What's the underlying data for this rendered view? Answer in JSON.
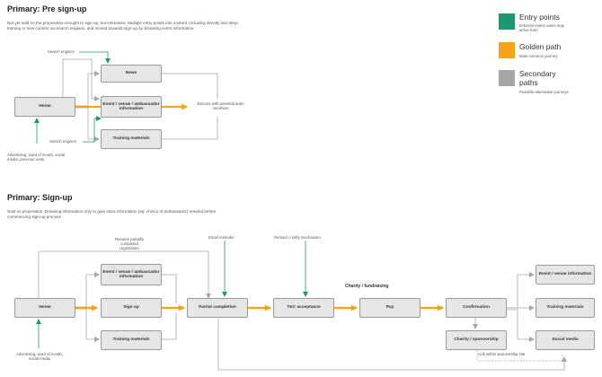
{
  "legend": {
    "entry_points": {
      "title": "Entry points",
      "desc": "External routes users may arrive from",
      "color": "#1a9a70"
    },
    "golden_path": {
      "title": "Golden path",
      "desc": "Most common journey",
      "color": "#f7a21b"
    },
    "secondary_paths": {
      "title": "Secondary paths",
      "desc": "Possible alternative journeys",
      "color": "#a6a6a6"
    }
  },
  "section1": {
    "title": "Primary:  Pre sign-up",
    "desc": "Not yet sold on the proposition enought to sign up, but interested. Multiple entry points into content, including directly into deep training or new content via search engines, and moved towards sign-up by browsing event information.",
    "nodes": {
      "home": "Home",
      "news": "News",
      "event": "Event / venue / ambassador information",
      "training": "Training materials"
    },
    "labels": {
      "search_top": "Search engines",
      "search_bottom": "Search engines",
      "advertising": "Advertising, word of mouth, social media, previous visits",
      "discuss": "Discuss with potential team members"
    }
  },
  "section2": {
    "title": "Primary:  Sign-up",
    "desc": "Sold on proposition, browsing information only to gain extra information (eg. choice of ambassador) needed before commencing sign-up process.",
    "nodes": {
      "home": "Home",
      "event": "Event / venue / ambassador information",
      "signup": "Sign up",
      "training": "Training materials",
      "partial": "Partial completion",
      "tc": "T&C acceptance",
      "pay": "Pay",
      "confirmation": "Confirmation",
      "charity": "Charity / sponsorship",
      "event_right": "Event / venue information",
      "training_right": "Training materials",
      "social": "Social media"
    },
    "labels": {
      "resume": "Resume partially completed registration",
      "email": "Email reminder",
      "remind": "Remind / notify mechanism",
      "charity_fund": "Charity / fundraising",
      "advertising": "Advertising, word of mouth, social media",
      "link": "Link within sponsorship site"
    }
  }
}
